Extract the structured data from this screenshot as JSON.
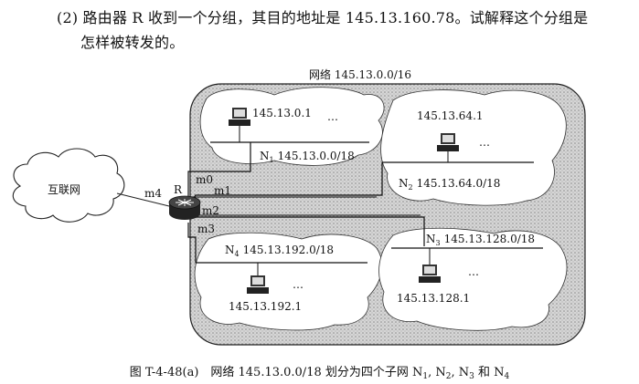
{
  "question": {
    "line1": "(2) 路由器 R 收到一个分组，其目的地址是 145.13.160.78。试解释这个分组是",
    "line2": "怎样被转发的。"
  },
  "diagram": {
    "network_label": "网络 145.13.0.0/16",
    "internet_label": "互联网",
    "router_label": "R",
    "interfaces": {
      "m0": "m0",
      "m1": "m1",
      "m2": "m2",
      "m3": "m3",
      "m4": "m4"
    },
    "subnets": {
      "n1": {
        "name": "N",
        "sub": "1",
        "prefix": "145.13.0.0/18",
        "host": "145.13.0.1",
        "ellipsis": "…"
      },
      "n2": {
        "name": "N",
        "sub": "2",
        "prefix": "145.13.64.0/18",
        "host": "145.13.64.1",
        "ellipsis": "…"
      },
      "n3": {
        "name": "N",
        "sub": "3",
        "prefix": "145.13.128.0/18",
        "host": "145.13.128.1",
        "ellipsis": "…"
      },
      "n4": {
        "name": "N",
        "sub": "4",
        "prefix": "145.13.192.0/18",
        "host": "145.13.192.1",
        "ellipsis": "…"
      }
    }
  },
  "caption": {
    "text": "图 T-4-48(a)　网络 145.13.0.0/18 划分为四个子网 N",
    "s1": "1",
    "t1": ", N",
    "s2": "2",
    "t2": ", N",
    "s3": "3",
    "t3": " 和 N",
    "s4": "4"
  }
}
